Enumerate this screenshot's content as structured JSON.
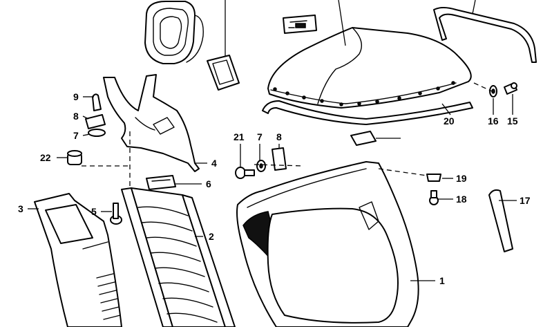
{
  "diagram": {
    "callouts": [
      {
        "id": "1",
        "label": "1"
      },
      {
        "id": "2",
        "label": "2"
      },
      {
        "id": "3",
        "label": "3"
      },
      {
        "id": "4",
        "label": "4"
      },
      {
        "id": "5",
        "label": "5"
      },
      {
        "id": "6",
        "label": "6"
      },
      {
        "id": "7a",
        "label": "7"
      },
      {
        "id": "7b",
        "label": "7"
      },
      {
        "id": "8a",
        "label": "8"
      },
      {
        "id": "8b",
        "label": "8"
      },
      {
        "id": "9",
        "label": "9"
      },
      {
        "id": "15",
        "label": "15"
      },
      {
        "id": "16",
        "label": "16"
      },
      {
        "id": "17",
        "label": "17"
      },
      {
        "id": "18",
        "label": "18"
      },
      {
        "id": "19",
        "label": "19"
      },
      {
        "id": "20",
        "label": "20"
      },
      {
        "id": "21",
        "label": "21"
      },
      {
        "id": "22",
        "label": "22"
      }
    ]
  }
}
